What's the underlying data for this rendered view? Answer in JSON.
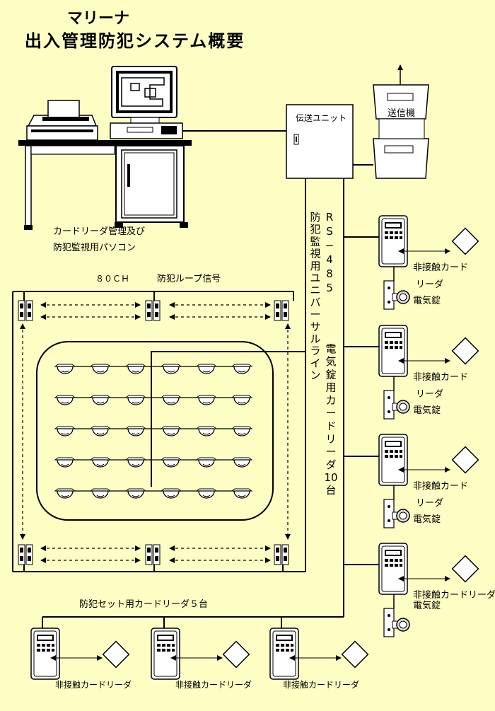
{
  "title": {
    "line1": "マリーナ",
    "line2": "出入管理防犯システム概要"
  },
  "pc": {
    "label_line1": "カードリーダ管理及び",
    "label_line2": "防犯監視用パソコン"
  },
  "transmission_unit": "伝送ユニット",
  "transmitter": "送信機",
  "bus_label": {
    "chars": [
      "R",
      "S",
      "−",
      "4",
      "8",
      "5"
    ]
  },
  "universal_line": {
    "chars": [
      "防",
      "犯",
      "監",
      "視",
      "用",
      "ユ",
      "ニ",
      "バ",
      "ー",
      "サ",
      "ル",
      "ラ",
      "イ",
      "ン"
    ]
  },
  "electric_lock_reader_label": {
    "chars": [
      "電",
      "気",
      "錠",
      "用",
      "カ",
      "ー",
      "ド",
      "リ",
      "ー",
      "ダ",
      "10",
      "台"
    ]
  },
  "loop": {
    "channels": "８０ＣＨ",
    "signal": "防犯ループ信号"
  },
  "security_set_label": "防犯セット用カードリーダ５台",
  "right_stations": [
    {
      "card": "非接触カード",
      "reader": "リーダ",
      "lock": "電気錠"
    },
    {
      "card": "非接触カード",
      "reader": "リーダ",
      "lock": "電気錠"
    },
    {
      "card": "非接触カード",
      "reader": "リーダ",
      "lock": "電気錠"
    },
    {
      "card": "非接触カードリーダ",
      "reader": "",
      "lock": "電気錠"
    }
  ],
  "bottom_readers": [
    {
      "label": "非接触カードリーダ"
    },
    {
      "label": "非接触カードリーダ"
    },
    {
      "label": "非接触カードリーダ"
    }
  ],
  "colors": {
    "background": "#fdfdc4",
    "line": "#000000",
    "device_fill": "#ffffff"
  }
}
